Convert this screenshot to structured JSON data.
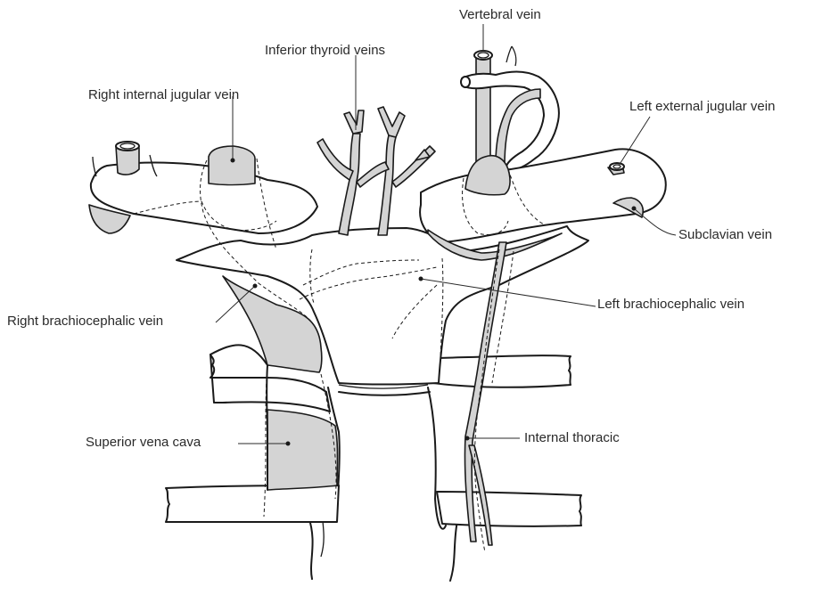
{
  "labels": {
    "vertebral_vein": "Vertebral vein",
    "inferior_thyroid_veins": "Inferior thyroid veins",
    "right_internal_jugular_vein": "Right internal jugular vein",
    "left_external_jugular_vein": "Left external jugular vein",
    "subclavian_vein": "Subclavian vein",
    "left_brachiocephalic_vein": "Left brachiocephalic vein",
    "right_brachiocephalic_vein": "Right brachiocephalic vein",
    "superior_vena_cava": "Superior vena cava",
    "internal_thoracic": "Internal thoracic"
  },
  "colors": {
    "vein_fill": "#d4d4d4",
    "outline": "#1a1a1a",
    "text": "#2a2a2a",
    "background": "#ffffff"
  }
}
